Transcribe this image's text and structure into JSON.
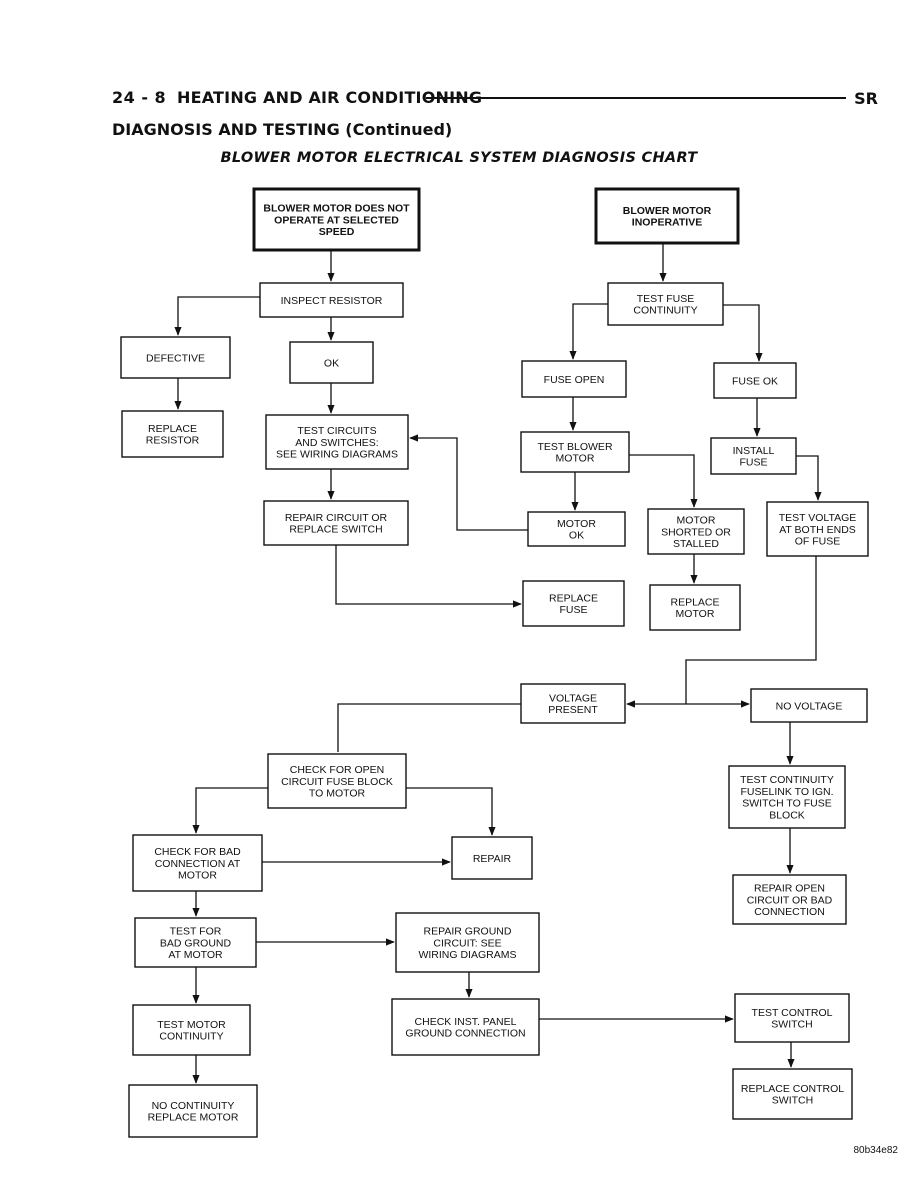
{
  "header": {
    "page_number": "24 - 8",
    "section_title": "HEATING AND AIR CONDITIONING",
    "manual_code": "SR",
    "subheading": "DIAGNOSIS AND TESTING (Continued)",
    "chart_title": "BLOWER MOTOR ELECTRICAL SYSTEM DIAGNOSIS CHART"
  },
  "boxes": {
    "not_operate": [
      "BLOWER MOTOR DOES NOT",
      "OPERATE AT SELECTED",
      "SPEED"
    ],
    "inoperative": [
      "BLOWER MOTOR",
      "INOPERATIVE"
    ],
    "inspect_resistor": [
      "INSPECT RESISTOR"
    ],
    "test_fuse": [
      "TEST FUSE",
      "CONTINUITY"
    ],
    "defective": [
      "DEFECTIVE"
    ],
    "ok": [
      "OK"
    ],
    "fuse_open": [
      "FUSE OPEN"
    ],
    "fuse_ok": [
      "FUSE OK"
    ],
    "replace_resistor": [
      "REPLACE",
      "RESISTOR"
    ],
    "test_circuits": [
      "TEST CIRCUITS",
      "AND SWITCHES:",
      "SEE WIRING DIAGRAMS"
    ],
    "test_blower": [
      "TEST BLOWER",
      "MOTOR"
    ],
    "install_fuse": [
      "INSTALL",
      "FUSE"
    ],
    "repair_circuit": [
      "REPAIR CIRCUIT OR",
      "REPLACE SWITCH"
    ],
    "motor_ok": [
      "MOTOR",
      "OK"
    ],
    "motor_shorted": [
      "MOTOR",
      "SHORTED OR",
      "STALLED"
    ],
    "test_voltage": [
      "TEST VOLTAGE",
      "AT BOTH ENDS",
      "OF FUSE"
    ],
    "replace_fuse": [
      "REPLACE",
      "FUSE"
    ],
    "replace_motor": [
      "REPLACE",
      "MOTOR"
    ],
    "voltage_present": [
      "VOLTAGE",
      "PRESENT"
    ],
    "no_voltage": [
      "NO VOLTAGE"
    ],
    "check_open": [
      "CHECK FOR OPEN",
      "CIRCUIT FUSE BLOCK",
      "TO MOTOR"
    ],
    "test_fuselink": [
      "TEST CONTINUITY",
      "FUSELINK TO IGN.",
      "SWITCH TO FUSE",
      "BLOCK"
    ],
    "check_bad_conn": [
      "CHECK FOR BAD",
      "CONNECTION AT",
      "MOTOR"
    ],
    "repair": [
      "REPAIR"
    ],
    "repair_open": [
      "REPAIR OPEN",
      "CIRCUIT OR BAD",
      "CONNECTION"
    ],
    "test_bad_ground": [
      "TEST FOR",
      "BAD GROUND",
      "AT MOTOR"
    ],
    "repair_ground": [
      "REPAIR GROUND",
      "CIRCUIT: SEE",
      "WIRING DIAGRAMS"
    ],
    "test_motor_cont": [
      "TEST MOTOR",
      "CONTINUITY"
    ],
    "check_inst_panel": [
      "CHECK INST. PANEL",
      "GROUND CONNECTION"
    ],
    "test_control_switch": [
      "TEST CONTROL",
      "SWITCH"
    ],
    "no_continuity": [
      "NO CONTINUITY",
      "REPLACE MOTOR"
    ],
    "replace_control_switch": [
      "REPLACE CONTROL",
      "SWITCH"
    ]
  },
  "figure_code": "80b34e82"
}
